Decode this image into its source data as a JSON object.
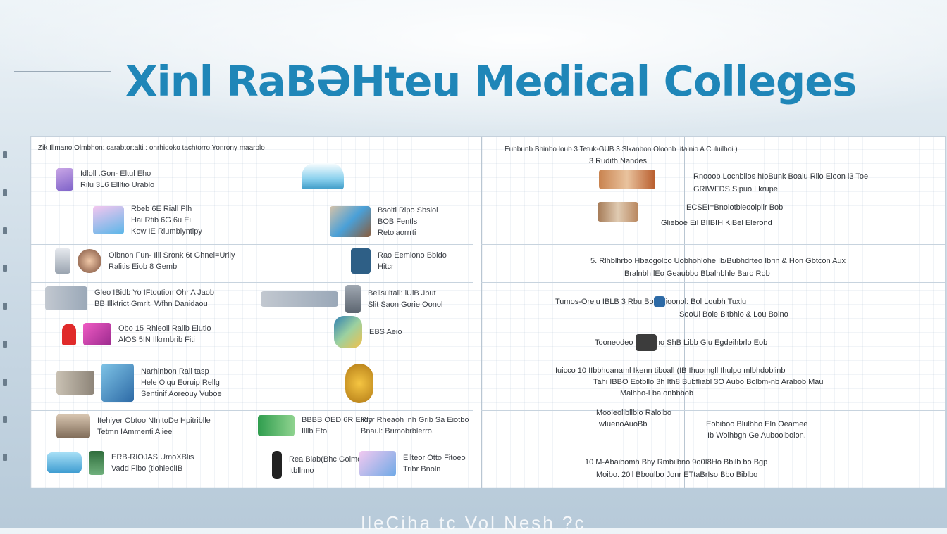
{
  "title": "Xinl RaBƏHteu Medical Colleges",
  "footer": "lleCiha tc Vol Nesh ?c",
  "left_panel": [
    {
      "id": "r1a",
      "header": "Zik Illmano Olmbhon: carabtor:alti : ohrhidoko tachtorro Yonrony maarolo"
    },
    {
      "id": "r1b",
      "lines": [
        "Idloll .Gon- Eltul Eho",
        "Rilu 3L6 Ellltio Urablo"
      ]
    },
    {
      "id": "r1c",
      "lines": [
        "Rbeb 6E Riall Plh",
        "Hai Rtib 6G 6u Ei",
        "Kow IE Rlumbiyntipy"
      ]
    },
    {
      "id": "r2a",
      "lines": [
        "Oibnon Fun- Illl Sronk 6t Ghnel=Urlly",
        "Ralitis Eiob 8 Gemb"
      ]
    },
    {
      "id": "r3a",
      "lines": [
        "Gleo IBidb Yo IFtoution Ohr A Jaob",
        "BB Illktrict Gmrlt, Wfhn Danidaou"
      ]
    },
    {
      "id": "r3b",
      "lines": [
        "Obo 15 Rhieoll Raiib Elutio",
        "AlOS 5IN Ilkrmbrib Fiti"
      ]
    },
    {
      "id": "r4a",
      "lines": [
        "Narhinbon Raii tasp",
        "Hele Olqu Eoruip Rellg",
        "Sentinif Aoreouy Vuboe"
      ]
    },
    {
      "id": "r5a",
      "lines": [
        "Itehiyer Obtoo NInitoDe Hpitriblle",
        "Tetmn IAmmenti Aliee"
      ]
    },
    {
      "id": "r6a",
      "lines": [
        "ERB-RIOJAS UmoXBlis",
        "Vadd Fibo (tiohleolIB"
      ]
    }
  ],
  "mid_panel": [
    {
      "id": "m1b",
      "lines": [
        "Bsolti Ripo Sbsiol",
        "BOB Fentls",
        "Retoiaorrrti"
      ]
    },
    {
      "id": "m2a",
      "lines": [
        "Rao Eemiono Bbido",
        "Hitcr"
      ]
    },
    {
      "id": "m3a",
      "lines": [
        "Bellsuitall: lUlB Jbut",
        "Slit Saon Gorie Oonol"
      ]
    },
    {
      "id": "m3b",
      "lines": [
        "EBS Aeio"
      ]
    },
    {
      "id": "m5a",
      "lines": [
        "BBBB OED 6R Elido",
        "Illlb Eto"
      ]
    },
    {
      "id": "m5b",
      "lines": [
        "Riyr Rheaoh inh Grib Sa Eiotbo",
        "Bnaul: Brimobrblerro."
      ]
    },
    {
      "id": "m6a",
      "lines": [
        "Rea Biab(Bhc Goimo",
        "Itbllnno"
      ]
    },
    {
      "id": "m6b",
      "lines": [
        "Ellteor Otto Fitoeo",
        "Tribr Bnoln"
      ]
    }
  ],
  "right_panel": [
    {
      "id": "p1",
      "text": "Euhbunb Bhinbo loub 3 Tetuk-GUB 3 Slkanbon Oloonb Iitalnio A Culuilhoi )"
    },
    {
      "id": "p2",
      "text": "3 Rudith Nandes"
    },
    {
      "id": "p3",
      "text": "Rnooob Locnbilos hIoBunk Boalu Riio Eioon l3 Toe"
    },
    {
      "id": "p4",
      "text": "GRIWFDS Sipuo Lkrupe"
    },
    {
      "id": "p5",
      "text": "ECSEI=Bnolotbleoolpllr Bob"
    },
    {
      "id": "p6",
      "text": "Glieboe Eil BIIBIH KiBel Elerond"
    },
    {
      "id": "p7",
      "text": "5. Rlhblhrbo Hbaogolbo Uobhohlohe Ib/Bubhdrteo Ibrin & Hon Gbtcon Aux"
    },
    {
      "id": "p8",
      "text": "Bralnbh lEo Geaubbo Bbalhbhle Baro Rob"
    },
    {
      "id": "p9",
      "text": "Tumos-Orelu IBLB 3 Rbu Bon Hioonol: Bol Loubh Tuxlu"
    },
    {
      "id": "p10",
      "text": "SooUl Bole Bltbhlo & Lou Bolno"
    },
    {
      "id": "p11",
      "text": "Tooneodeo Ehrbaho ShB Libb Glu Egdeihbrlo Eob"
    },
    {
      "id": "p12",
      "text": "Iuicco 10 IIbbhoanaml Ikenn tiboall (IB Ihuomgll Ihulpo mlbhdoblinb"
    },
    {
      "id": "p13",
      "text": "Tahi IBBO Eotbllo 3h Ith8 Bubfliabl 3O Aubo Bolbm-nb Arabob Mau"
    },
    {
      "id": "p14",
      "text": "Malhbo-Lba onbbbob"
    },
    {
      "id": "p15",
      "text": "Mooleolibllbio Ralolbo"
    },
    {
      "id": "p16",
      "text": "wIuenoAuoBb"
    },
    {
      "id": "p17",
      "text": "Eobiboo Blulbho Eln Oeamee"
    },
    {
      "id": "p18",
      "text": "Ib Wolhbgh Ge Auboolbolon."
    },
    {
      "id": "p19",
      "text": "10 M-Abaibomh Bby Rmbilbno 9o0I8Ho Bbilb bo Bgp"
    },
    {
      "id": "p20",
      "text": "Moibo. 20ll Bboulbo Jonr ETtaBrIso Bbo Biblbo"
    }
  ],
  "colors": {
    "title": "#1f86b8",
    "panel": "#ffffff",
    "grid": "#c7d3de"
  }
}
